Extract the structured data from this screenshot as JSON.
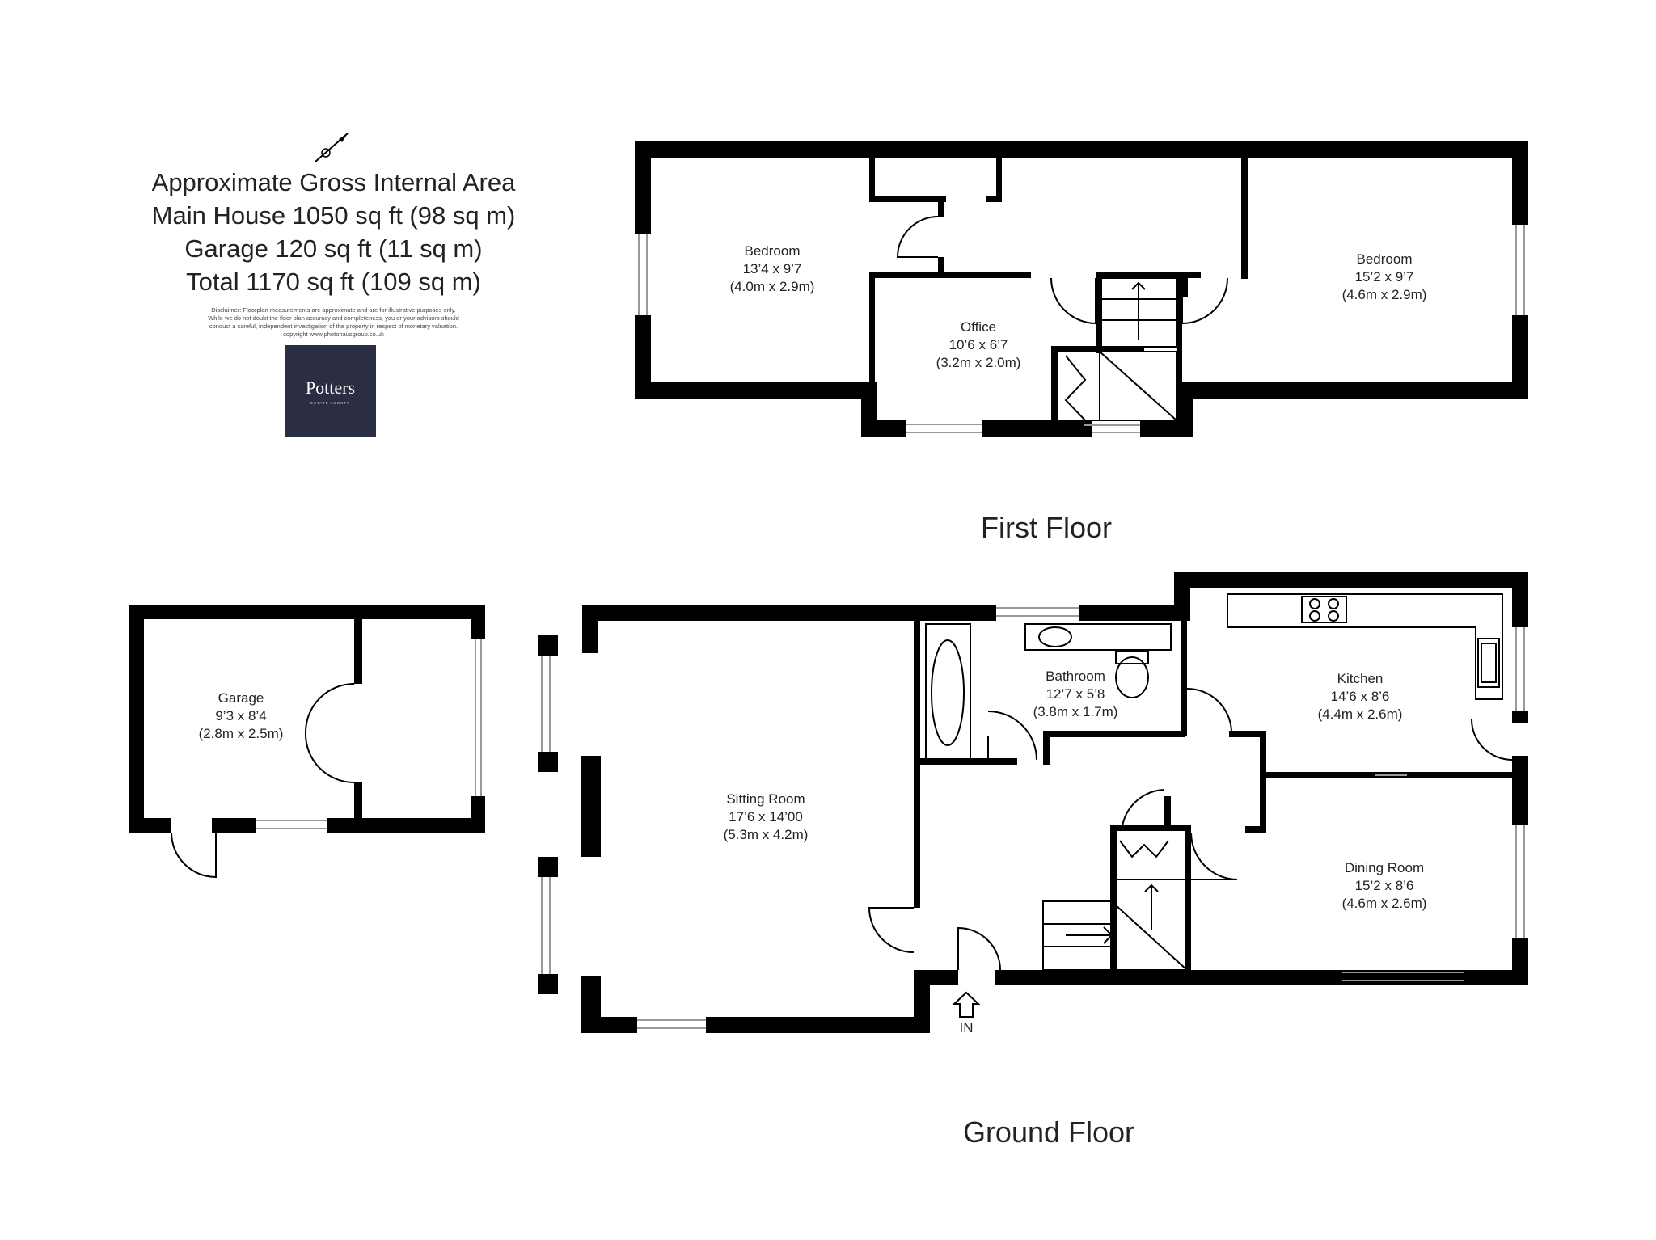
{
  "area": {
    "title": "Approximate Gross Internal Area",
    "main_house": "Main House 1050 sq ft (98 sq m)",
    "garage": "Garage 120 sq ft (11 sq m)",
    "total": "Total 1170 sq ft (109 sq m)"
  },
  "disclaimer": {
    "line1": "Disclaimer: Floorplan measurements are approximate and are for illustrative purposes only.",
    "line2": "While we do not doubt the floor plan accuracy and completeness, you or your advisors should",
    "line3": "conduct a careful, independent investigation of the property in respect of monetary valuation.",
    "line4": "copyright www.photohausgroup.co.uk"
  },
  "logo": {
    "name": "Potters",
    "subtitle": "ESTATE AGENTS"
  },
  "floors": {
    "first": "First Floor",
    "ground": "Ground Floor"
  },
  "entrance_label": "IN",
  "rooms": {
    "first": [
      {
        "name": "Bedroom",
        "imperial": "13’4 x 9’7",
        "metric": "(4.0m x 2.9m)"
      },
      {
        "name": "Office",
        "imperial": "10’6 x 6’7",
        "metric": "(3.2m x 2.0m)"
      },
      {
        "name": "Bedroom",
        "imperial": "15’2 x 9’7",
        "metric": "(4.6m x 2.9m)"
      }
    ],
    "ground": [
      {
        "name": "Garage",
        "imperial": "9’3 x 8’4",
        "metric": "(2.8m x 2.5m)"
      },
      {
        "name": "Sitting Room",
        "imperial": "17’6 x 14’00",
        "metric": "(5.3m x 4.2m)"
      },
      {
        "name": "Bathroom",
        "imperial": "12’7 x 5’8",
        "metric": "(3.8m x 1.7m)"
      },
      {
        "name": "Kitchen",
        "imperial": "14’6 x 8’6",
        "metric": "(4.4m x 2.6m)"
      },
      {
        "name": "Dining Room",
        "imperial": "15’2 x 8’6",
        "metric": "(4.6m x 2.6m)"
      }
    ]
  },
  "colors": {
    "wall": "#000000",
    "logo_bg": "#2a2d44",
    "window": "#9a9a9a"
  },
  "icons": {
    "compass": "north-arrow-icon"
  }
}
